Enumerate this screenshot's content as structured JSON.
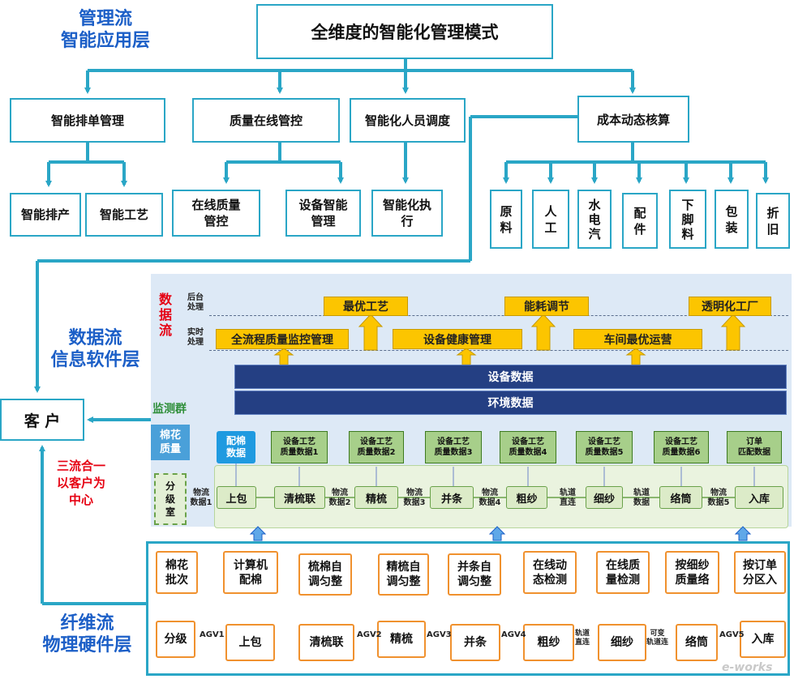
{
  "title": "全维度的智能化管理模式",
  "layers": {
    "management": {
      "line1": "管理流",
      "line2": "智能应用层"
    },
    "data": {
      "line1": "数据流",
      "line2": "信息软件层"
    },
    "fiber": {
      "line1": "纤维流",
      "line2": "物理硬件层"
    }
  },
  "level1": [
    "智能排单管理",
    "质量在线管控",
    "智能化人员调度",
    "成本动态核算"
  ],
  "level2_schedule": [
    "智能排产",
    "智能工艺"
  ],
  "level2_quality": [
    "在线质量\n管控",
    "设备智能\n管理"
  ],
  "level2_staff": [
    "智能化执\n行"
  ],
  "level2_cost": [
    "原\n料",
    "人\n工",
    "水\n电\n汽",
    "配\n件",
    "下\n脚\n料",
    "包\n装",
    "折\n旧"
  ],
  "customer": {
    "label": "客 户",
    "slogan_line1": "三流合一",
    "slogan_line2": "以客户为",
    "slogan_line3": "中心"
  },
  "data_flow": {
    "label_line1": "数据",
    "label_line2": "流",
    "backend": "后台\n处理",
    "realtime": "实时\n处理",
    "backend_items": [
      "最优工艺",
      "能耗调节",
      "透明化工厂"
    ],
    "realtime_items": [
      "全流程质量监控管理",
      "设备健康管理",
      "车间最优运营"
    ],
    "equipment_data": "设备数据",
    "environment_data": "环境数据",
    "monitor_group": "监测群",
    "cotton_quality": "棉花\n质量",
    "grading_room": "分\n级\n室",
    "cotton_data": "配棉\n数据",
    "top_data": [
      "设备工艺\n质量数据1",
      "设备工艺\n质量数据2",
      "设备工艺\n质量数据3",
      "设备工艺\n质量数据4",
      "设备工艺\n质量数据5",
      "设备工艺\n质量数据6",
      "订单\n匹配数据"
    ],
    "processes": [
      "上包",
      "清梳联",
      "精梳",
      "并条",
      "粗纱",
      "细纱",
      "络筒",
      "入库"
    ],
    "logistics": [
      "物流\n数据1",
      "物流\n数据2",
      "物流\n数据3",
      "物流\n数据4",
      "轨道\n直连",
      "轨道\n数据",
      "物流\n数据5"
    ]
  },
  "fiber_flow": {
    "top": [
      "棉花\n批次",
      "计算机\n配棉",
      "梳棉自\n调匀整",
      "精梳自\n调匀整",
      "并条自\n调匀整",
      "在线动\n态检测",
      "在线质\n量检测",
      "按细纱\n质量络",
      "按订单\n分区入"
    ],
    "bottom": [
      "分级",
      "上包",
      "清梳联",
      "精梳",
      "并条",
      "粗纱",
      "细纱",
      "络筒",
      "入库"
    ],
    "connectors": [
      "AGV1",
      "",
      "AGV2",
      "AGV3",
      "AGV4",
      "轨道\n直连",
      "可变\n轨道连",
      "AGV5"
    ]
  },
  "watermark": "e-works",
  "colors": {
    "teal": "#2aa6c6",
    "navy": "#243f83",
    "yellow": "#fcc500",
    "green": "#a7cf8a",
    "orange": "#f0912e",
    "blue_text": "#1c5fc7",
    "red_text": "#e60012"
  }
}
